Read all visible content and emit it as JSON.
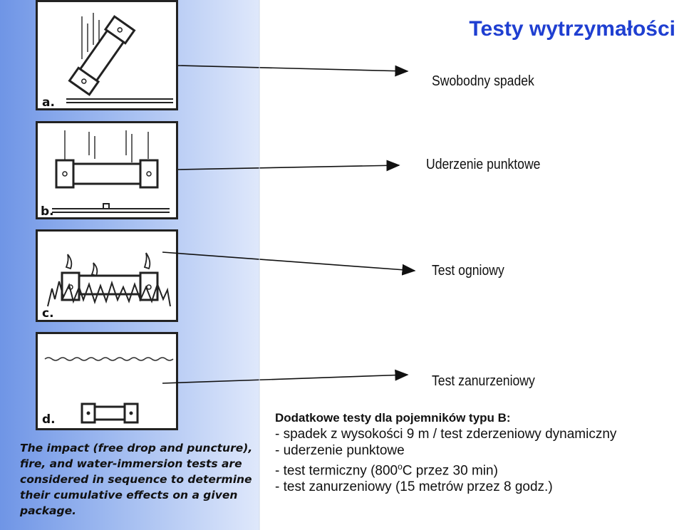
{
  "slide": {
    "title": "Testy wytrzymałości",
    "tests": [
      {
        "letter": "a.",
        "label": "Swobodny spadek"
      },
      {
        "letter": "b.",
        "label": "Uderzenie punktowe"
      },
      {
        "letter": "c.",
        "label": "Test ogniowy"
      },
      {
        "letter": "d.",
        "label": "Test zanurzeniowy"
      }
    ],
    "caption": "The impact (free drop and puncture),\nfire, and water-immersion tests are\nconsidered in sequence to determine\ntheir cumulative effects on a given\npackage.",
    "notes": {
      "heading": "Dodatkowe testy dla pojemników typu B:",
      "line1": "- spadek z wysokości 9 m / test zderzeniowy dynamiczny",
      "line2": "- uderzenie punktowe",
      "line3_prefix": "- test termiczny (800",
      "line3_sup": "o",
      "line3_suffix": "C przez 30 min)",
      "line4": "- test zanurzeniowy (15 metrów przez 8 godz.)"
    }
  }
}
